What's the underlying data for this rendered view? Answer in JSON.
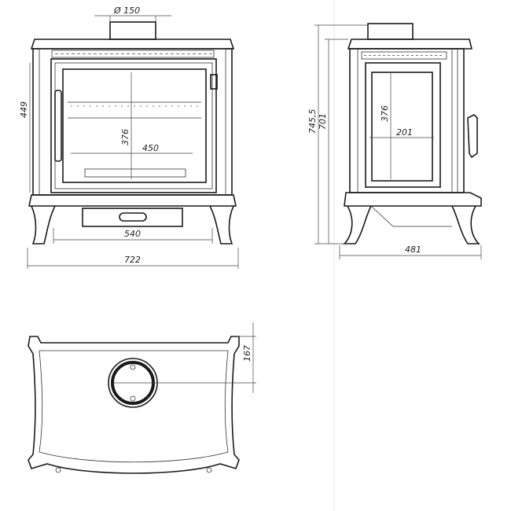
{
  "dimensions": {
    "flue_diameter": "Ø 150",
    "front_height_449": "449",
    "front_glass_height": "376",
    "front_glass_width": "450",
    "base_width": "540",
    "total_width": "722",
    "total_height": "745,5",
    "height_to_top": "701",
    "side_glass_height": "376",
    "side_glass_width": "201",
    "total_depth": "481",
    "flue_offset": "167"
  }
}
